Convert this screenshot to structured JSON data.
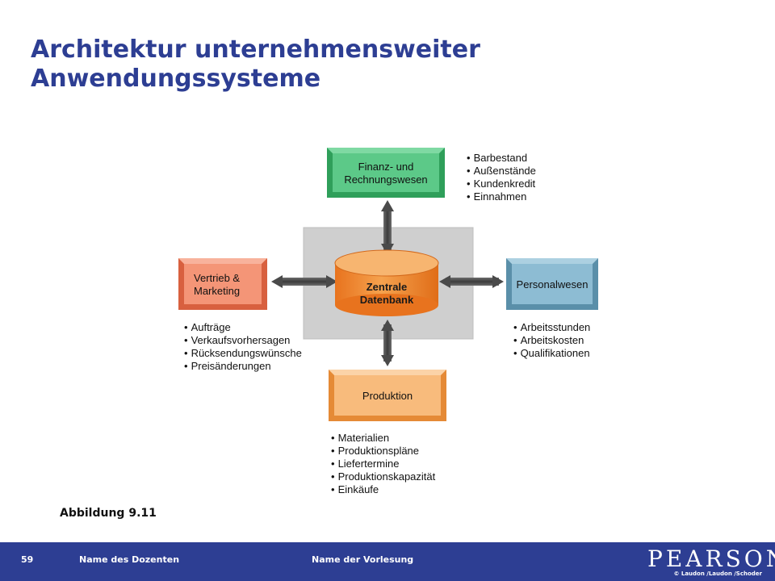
{
  "slide": {
    "title_line1": "Architektur unternehmensweiter",
    "title_line2": "Anwendungssysteme",
    "caption": "Abbildung 9.11"
  },
  "diagram": {
    "center": {
      "line1": "Zentrale",
      "line2": "Datenbank",
      "color": "#ef8a2c"
    },
    "finance": {
      "line1": "Finanz- und",
      "line2": "Rechnungswesen",
      "color": "#4fbf78",
      "items": [
        "Barbestand",
        "Außenstände",
        "Kundenkredit",
        "Einnahmen"
      ]
    },
    "sales": {
      "line1": "Vertrieb &",
      "line2": "Marketing",
      "color": "#f08a6e",
      "items": [
        "Aufträge",
        "Verkaufsvorhersagen",
        "Rücksendungswünsche",
        "Preisänderungen"
      ]
    },
    "hr": {
      "line1": "Personalwesen",
      "color": "#7fb0c9",
      "items": [
        "Arbeitsstunden",
        "Arbeitskosten",
        "Qualifikationen"
      ]
    },
    "production": {
      "line1": "Produktion",
      "color": "#f6b06a",
      "items": [
        "Materialien",
        "Produktionspläne",
        "Liefertermine",
        "Produktionskapazität",
        "Einkäufe"
      ]
    }
  },
  "footer": {
    "page_number": "59",
    "lecturer": "Name des Dozenten",
    "lecture": "Name der Vorlesung",
    "logo": "PEARSON",
    "copyright": "© Laudon /Laudon /Schoder",
    "color": "#2d3e93"
  }
}
